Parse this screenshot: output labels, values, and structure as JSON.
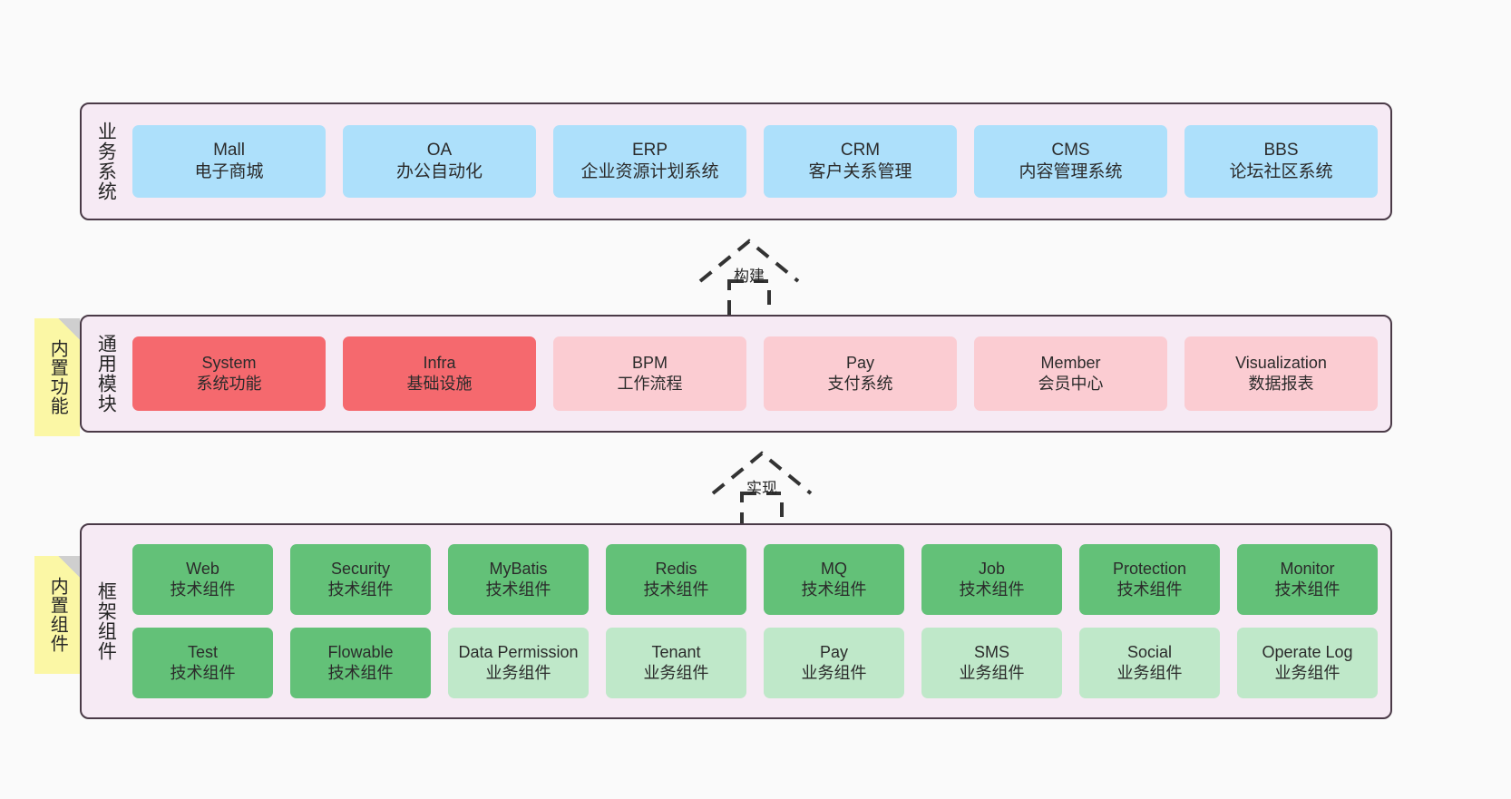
{
  "diagram": {
    "background": "#fafafa",
    "palette": {
      "layer_bg": "#f6eaf4",
      "layer_border": "#4a3a47",
      "blue": "#ade0fb",
      "red": "#f5696e",
      "pink": "#fbccd2",
      "green": "#63c178",
      "light_green": "#bfe8c9",
      "note_yellow": "#fbf7a5"
    }
  },
  "layers": [
    {
      "id": "business-systems",
      "title": "业务系统",
      "cards": [
        {
          "name": "Mall",
          "desc": "电子商城"
        },
        {
          "name": "OA",
          "desc": "办公自动化"
        },
        {
          "name": "ERP",
          "desc": "企业资源计划系统"
        },
        {
          "name": "CRM",
          "desc": "客户关系管理"
        },
        {
          "name": "CMS",
          "desc": "内容管理系统"
        },
        {
          "name": "BBS",
          "desc": "论坛社区系统"
        }
      ]
    },
    {
      "id": "common-modules",
      "title": "通用模块",
      "note": "内置功能",
      "cards": [
        {
          "name": "System",
          "desc": "系统功能",
          "tone": "red"
        },
        {
          "name": "Infra",
          "desc": "基础设施",
          "tone": "red"
        },
        {
          "name": "BPM",
          "desc": "工作流程",
          "tone": "pink"
        },
        {
          "name": "Pay",
          "desc": "支付系统",
          "tone": "pink"
        },
        {
          "name": "Member",
          "desc": "会员中心",
          "tone": "pink"
        },
        {
          "name": "Visualization",
          "desc": "数据报表",
          "tone": "pink"
        }
      ]
    },
    {
      "id": "framework-components",
      "title": "框架组件",
      "note": "内置组件",
      "row_tech": [
        {
          "name": "Web",
          "desc": "技术组件"
        },
        {
          "name": "Security",
          "desc": "技术组件"
        },
        {
          "name": "MyBatis",
          "desc": "技术组件"
        },
        {
          "name": "Redis",
          "desc": "技术组件"
        },
        {
          "name": "MQ",
          "desc": "技术组件"
        },
        {
          "name": "Job",
          "desc": "技术组件"
        },
        {
          "name": "Protection",
          "desc": "技术组件"
        },
        {
          "name": "Monitor",
          "desc": "技术组件"
        }
      ],
      "row_biz": [
        {
          "name": "Test",
          "desc": "技术组件",
          "tone": "green"
        },
        {
          "name": "Flowable",
          "desc": "技术组件",
          "tone": "green"
        },
        {
          "name": "Data Permission",
          "desc": "业务组件",
          "tone": "light_green"
        },
        {
          "name": "Tenant",
          "desc": "业务组件",
          "tone": "light_green"
        },
        {
          "name": "Pay",
          "desc": "业务组件",
          "tone": "light_green"
        },
        {
          "name": "SMS",
          "desc": "业务组件",
          "tone": "light_green"
        },
        {
          "name": "Social",
          "desc": "业务组件",
          "tone": "light_green"
        },
        {
          "name": "Operate Log",
          "desc": "业务组件",
          "tone": "light_green"
        }
      ]
    }
  ],
  "connectors": [
    {
      "id": "build",
      "label": "构建"
    },
    {
      "id": "implement",
      "label": "实现"
    }
  ]
}
